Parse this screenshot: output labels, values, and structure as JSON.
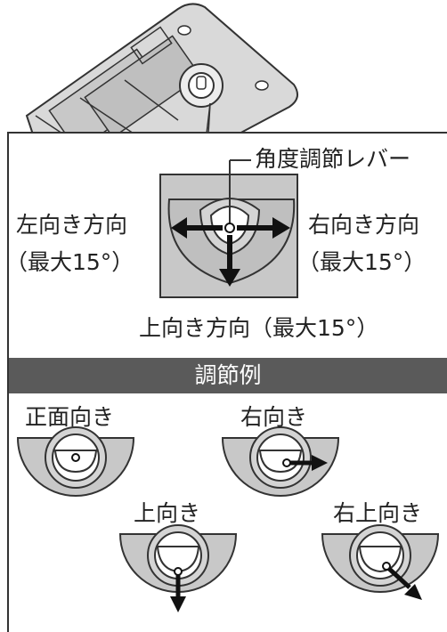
{
  "lever_label": "角度調節レバー",
  "left_direction": {
    "line1": "左向き方向",
    "line2": "（最大15°）"
  },
  "right_direction": {
    "line1": "右向き方向",
    "line2": "（最大15°）"
  },
  "up_direction": "上向き方向（最大15°）",
  "section_title": "調節例",
  "examples": {
    "front": "正面向き",
    "right": "右向き",
    "up": "上向き",
    "upper_right": "右上向き"
  }
}
